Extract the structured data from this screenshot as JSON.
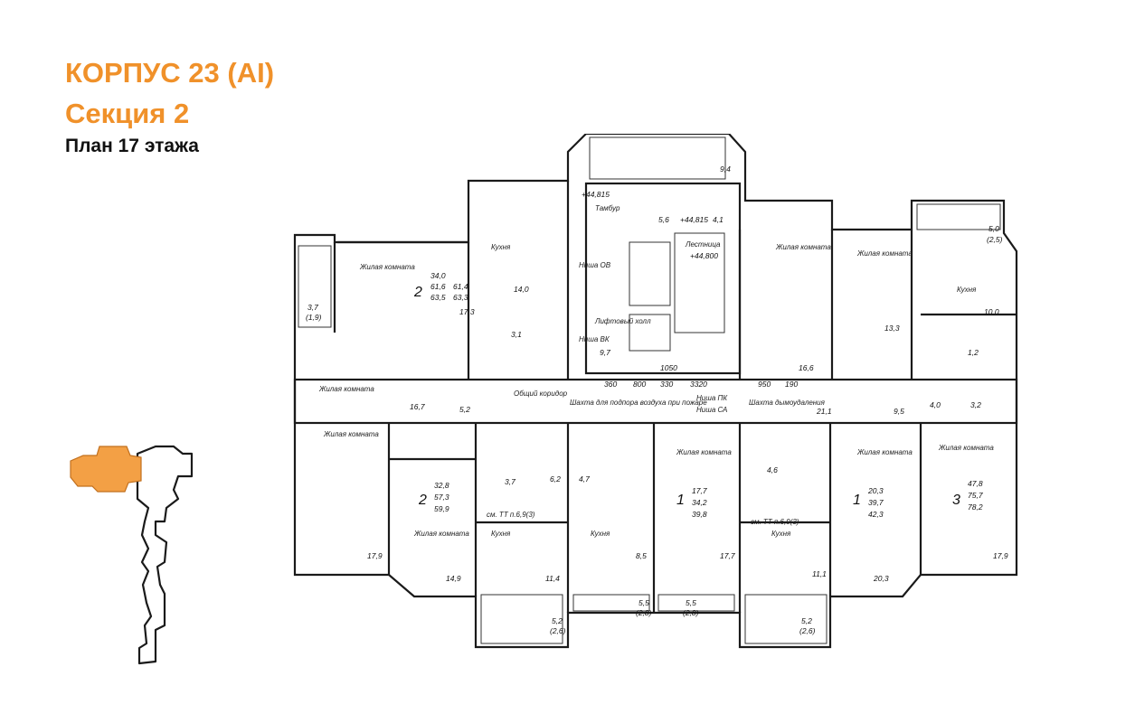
{
  "header": {
    "title": "КОРПУС 23 (AI)",
    "section": "Секция 2",
    "floor_plan": "План 17 этажа"
  },
  "colors": {
    "accent": "#f0912a",
    "highlight_section": "#f3a045",
    "line": "#1a1a1a"
  },
  "plan": {
    "room_labels": [
      "Жилая комната",
      "Кухня",
      "Общий коридор",
      "Лифтовый холл",
      "Тамбур",
      "Лестница",
      "Шахта дымоудаления",
      "Шахта для подпора воздуха при пожаре"
    ],
    "apartments": [
      {
        "rooms": "2",
        "areas": [
          "34,0",
          "61,6",
          "63,5"
        ],
        "extra": [
          "61,4",
          "63,3"
        ]
      },
      {
        "rooms": "2",
        "areas": [
          "32,8",
          "57,3",
          "59,9"
        ]
      },
      {
        "rooms": "1",
        "areas": [
          "17,7",
          "34,2",
          "39,8"
        ]
      },
      {
        "rooms": "1",
        "areas": [
          "20,3",
          "39,7",
          "42,3"
        ]
      },
      {
        "rooms": "3",
        "areas": [
          "47,8",
          "75,7",
          "78,2"
        ]
      }
    ],
    "room_areas": [
      "17,3",
      "14,0",
      "16,7",
      "17,9",
      "14,9",
      "11,4",
      "8,5",
      "17,7",
      "11,1",
      "20,3",
      "17,9",
      "16,6",
      "13,3",
      "10,0",
      "21,1",
      "9,5",
      "9,7",
      "5,6",
      "4,1",
      "3,1",
      "5,2",
      "3,7",
      "6,2",
      "4,7",
      "4,6",
      "4,0",
      "3,2",
      "1,2"
    ],
    "balcony_areas": [
      "3,7",
      "(1,9)",
      "5,5",
      "(2,8)",
      "5,5",
      "(2,8)",
      "5,2",
      "(2,6)",
      "5,2",
      "(2,6)",
      "5,0",
      "(2,5)",
      "9,4"
    ],
    "dimensions": [
      "1050",
      "3320",
      "950",
      "190",
      "800",
      "330",
      "360"
    ],
    "elevations": [
      "+44,815",
      "+44,815",
      "+44,800"
    ],
    "niche_labels": [
      "Ниша ОВ",
      "Ниша ВК",
      "Ниша ПК",
      "Ниша СА"
    ],
    "reference": [
      "см. ТТ п.6,9(3)",
      "см. ТТ п.6,9(3)"
    ]
  }
}
